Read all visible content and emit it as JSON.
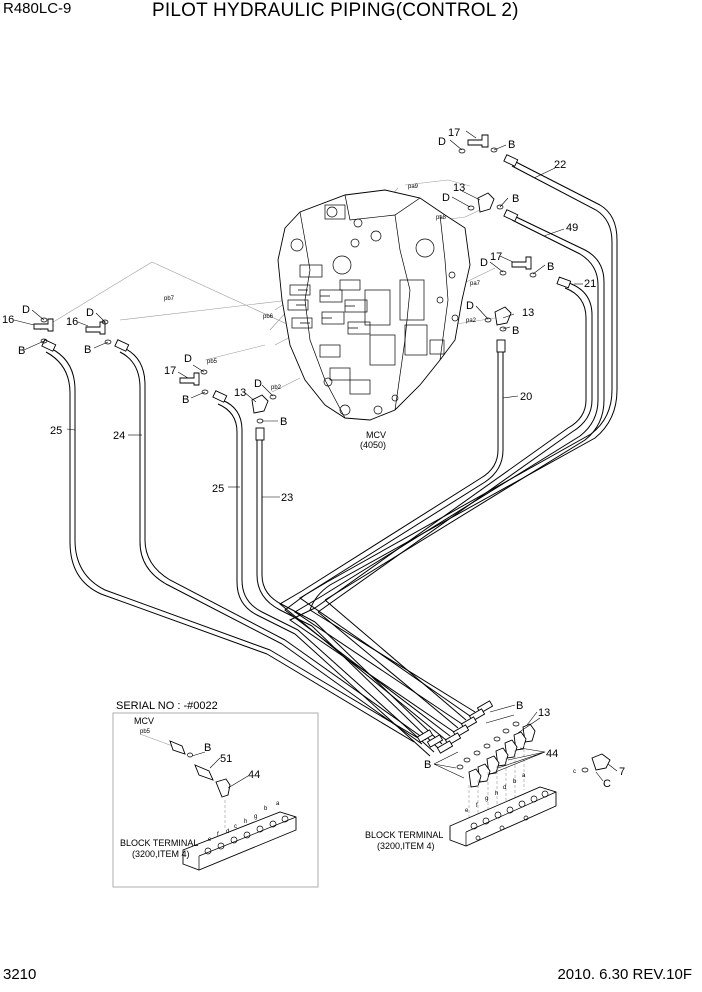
{
  "header": {
    "model": "R480LC-9",
    "title": "PILOT HYDRAULIC PIPING(CONTROL 2)"
  },
  "footer": {
    "page_number": "3210",
    "revision": "2010. 6.30  REV.10F"
  },
  "mcv": {
    "label": "MCV",
    "code": "(4050)"
  },
  "port_labels": {
    "pa9": "pa9",
    "pa8": "pa8",
    "pa7": "pa7",
    "pa2": "pa2",
    "pb7": "pb7",
    "pb6": "pb6",
    "pb5": "pb5",
    "pb2": "pb2"
  },
  "callouts": {
    "c17a": "17",
    "c13a": "13",
    "c17b": "17",
    "c13b": "13",
    "c16a": "16",
    "c16b": "16",
    "c17c": "17",
    "c13c": "13",
    "c22": "22",
    "c49": "49",
    "c21": "21",
    "c20": "20",
    "c25a": "25",
    "c24": "24",
    "c25b": "25",
    "c23": "23",
    "c13d": "13",
    "c44a": "44",
    "c7": "7"
  },
  "letters": {
    "D": "D",
    "B": "B",
    "C": "C"
  },
  "block_terminal": {
    "label": "BLOCK TERMINAL",
    "item": "(3200,ITEM 4)",
    "port_letters": [
      "a",
      "b",
      "c",
      "d",
      "e",
      "f",
      "g",
      "h"
    ]
  },
  "inset": {
    "serial": "SERIAL NO : -#0022",
    "mcv": "MCV",
    "port": "pb5",
    "c51": "51",
    "c44": "44",
    "b": "B",
    "block_label": "BLOCK TERMINAL",
    "block_item": "(3200,ITEM 4)",
    "port_letters": [
      "a",
      "b",
      "g",
      "h",
      "c",
      "d",
      "f",
      "e"
    ]
  }
}
